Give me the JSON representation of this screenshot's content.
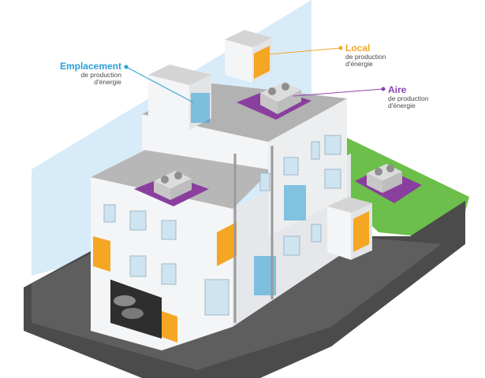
{
  "callouts": {
    "emplacement": {
      "title": "Emplacement",
      "subtitle_line1": "de production",
      "subtitle_line2": "d'énergie"
    },
    "local": {
      "title": "Local",
      "subtitle_line1": "de production",
      "subtitle_line2": "d'énergie"
    },
    "aire": {
      "title": "Aire",
      "subtitle_line1": "de production",
      "subtitle_line2": "d'énergie"
    }
  },
  "colors": {
    "emplacement": "#2a9fd6",
    "local": "#f5a623",
    "aire": "#8e44ad",
    "road": "#4a4a4a",
    "grass": "#6cbf4a",
    "building": "#f4f5f7",
    "roof": "#b5b5b5",
    "sky_wall": "#d6eaf7"
  },
  "icons": [
    "heat-pump-unit-icon",
    "boiler-room-icon",
    "car-icon"
  ]
}
